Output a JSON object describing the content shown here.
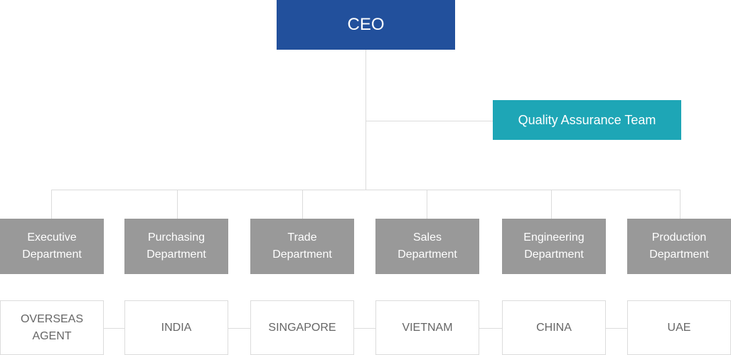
{
  "ceo": {
    "label": "CEO"
  },
  "qa": {
    "label": "Quality Assurance Team"
  },
  "departments": [
    {
      "line1": "Executive",
      "line2": "Department"
    },
    {
      "line1": "Purchasing",
      "line2": "Department"
    },
    {
      "line1": "Trade",
      "line2": "Department"
    },
    {
      "line1": "Sales",
      "line2": "Department"
    },
    {
      "line1": "Engineering",
      "line2": "Department"
    },
    {
      "line1": "Production",
      "line2": "Department"
    }
  ],
  "regions": [
    {
      "line1": "OVERSEAS",
      "line2": "AGENT"
    },
    {
      "line1": "INDIA",
      "line2": ""
    },
    {
      "line1": "SINGAPORE",
      "line2": ""
    },
    {
      "line1": "VIETNAM",
      "line2": ""
    },
    {
      "line1": "CHINA",
      "line2": ""
    },
    {
      "line1": "UAE",
      "line2": ""
    }
  ],
  "colors": {
    "ceo": "#22509c",
    "qa": "#1ea6b6",
    "department": "#999999",
    "connector": "#dcdcdc"
  }
}
